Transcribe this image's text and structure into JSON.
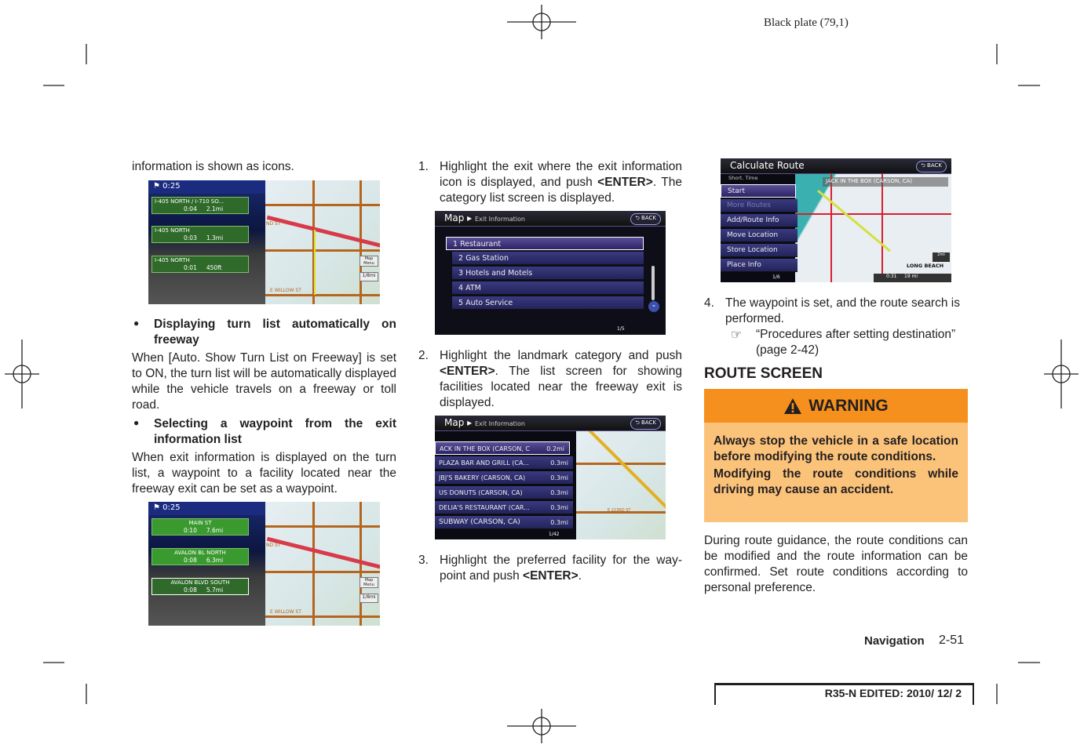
{
  "header": {
    "plate": "Black plate (79,1)"
  },
  "col1": {
    "intro": "information is shown as icons.",
    "screen1": {
      "time": "0:25",
      "items": [
        {
          "road": "I-405 NORTH / I-710 SO...",
          "time": "0:04",
          "dist": "2.1mi"
        },
        {
          "road": "I-405 NORTH",
          "time": "0:03",
          "dist": "1.3mi"
        },
        {
          "road": "I-405 NORTH",
          "time": "0:01",
          "dist": "450ft"
        }
      ],
      "street_top": "ND ST",
      "street_bottom": "E WILLOW ST",
      "map_menu": "Map Menu",
      "scale": "1/8mi"
    },
    "bullet1": "Displaying turn list automatically on freeway",
    "para1": "When [Auto. Show Turn List on Freeway] is set to ON, the turn list will be automatically displayed while the vehicle travels on a freeway or toll road.",
    "bullet2": "Selecting a waypoint from the exit information list",
    "para2": "When exit information is displayed on the turn list, a waypoint to a facility located near the freeway exit can be set as a waypoint.",
    "screen2": {
      "time": "0:25",
      "items": [
        {
          "road": "MAIN ST",
          "time": "0:10",
          "dist": "7.6mi"
        },
        {
          "road": "AVALON BL NORTH",
          "time": "0:08",
          "dist": "6.3mi"
        },
        {
          "road": "AVALON BLVD SOUTH",
          "time": "0:08",
          "dist": "5.7mi"
        }
      ],
      "street_top": "ND ST",
      "street_bottom": "E WILLOW ST",
      "map_menu": "Map Menu",
      "scale": "1/8mi"
    }
  },
  "col2": {
    "step1": {
      "num": "1.",
      "text_a": "Highlight the exit where the exit information icon is displayed, and push ",
      "key": "<ENTER>",
      "text_b": ". The category list screen is displayed."
    },
    "screen3": {
      "title": "Map",
      "subtitle": "Exit Information",
      "back": "BACK",
      "items": [
        "1  Restaurant",
        "2  Gas Station",
        "3  Hotels and Motels",
        "4  ATM",
        "5  Auto Service"
      ],
      "page": "1/5"
    },
    "step2": {
      "num": "2.",
      "text_a": "Highlight the landmark category and push ",
      "key": "<ENTER>",
      "text_b": ". The list screen for showing facilities located near the freeway exit is displayed."
    },
    "screen4": {
      "title": "Map",
      "subtitle": "Exit Information",
      "back": "BACK",
      "items": [
        {
          "name": "ACK IN THE BOX (CARSON, C",
          "dist": "0.2mi"
        },
        {
          "name": "PLAZA BAR AND GRILL (CA...",
          "dist": "0.3mi"
        },
        {
          "name": "JBJ'S BAKERY (CARSON, CA)",
          "dist": "0.3mi"
        },
        {
          "name": "US DONUTS (CARSON, CA)",
          "dist": "0.3mi"
        },
        {
          "name": "DELIA'S RESTAURANT (CAR...",
          "dist": "0.3mi"
        },
        {
          "name": "SUBWAY (CARSON, CA)",
          "dist": "0.3mi"
        }
      ],
      "page": "1/42",
      "street": "E 223RD ST"
    },
    "step3": {
      "num": "3.",
      "text_a": "Highlight the preferred facility for the way-point and push ",
      "key": "<ENTER>",
      "text_b": "."
    }
  },
  "col3": {
    "screen5": {
      "title": "Calculate Route",
      "back": "BACK",
      "condition": "Short. Time",
      "items": [
        "Start",
        "More Routes",
        "Add/Route Info",
        "Move Location",
        "Store Location",
        "Place Info"
      ],
      "page": "1/6",
      "destination": "JACK IN THE BOX (CARSON, CA)",
      "city": "LONG BEACH",
      "time": "0:31",
      "dist": "19 mi",
      "scale": "2mi"
    },
    "step4": {
      "num": "4.",
      "text": "The waypoint is set, and the route search is performed."
    },
    "ref": {
      "text": "“Procedures after setting destination” (page 2-42)"
    },
    "heading": "ROUTE SCREEN",
    "warning": {
      "title": "WARNING",
      "p1": "Always stop the vehicle in a safe location before modifying the route conditions.",
      "p2": "Modifying the route conditions while driving may cause an accident.",
      "header_color": "#f5901e",
      "body_color": "#fbc27a"
    },
    "para": "During route guidance, the route conditions can be modified and the route information can be confirmed. Set route conditions according to personal preference."
  },
  "footer": {
    "section": "Navigation",
    "page": "2-51",
    "edited": "R35-N EDITED:  2010/ 12/ 2"
  }
}
